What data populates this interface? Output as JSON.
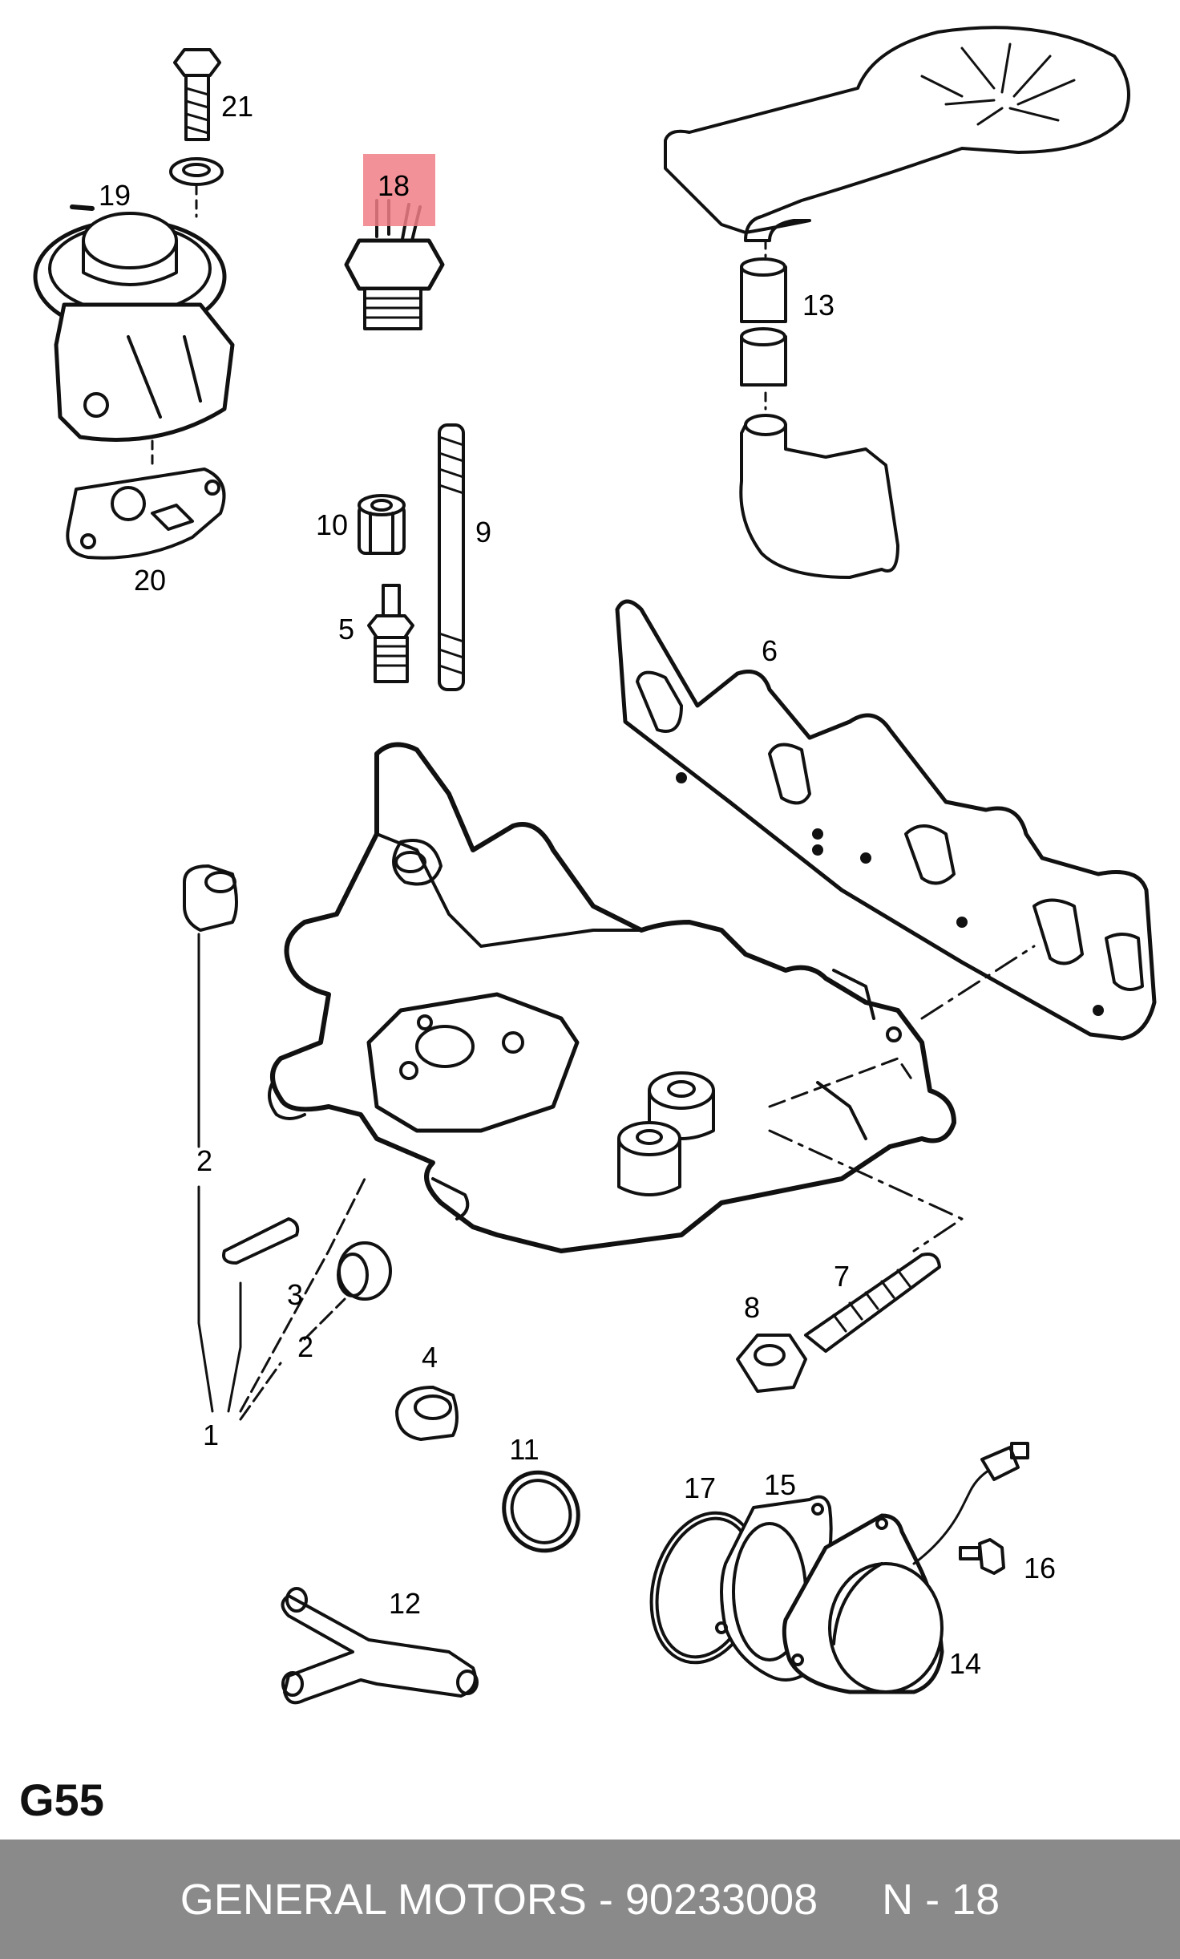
{
  "callouts": {
    "c1": "1",
    "c2a": "2",
    "c2b": "2",
    "c3": "3",
    "c4": "4",
    "c5": "5",
    "c6": "6",
    "c7": "7",
    "c8": "8",
    "c9": "9",
    "c10": "10",
    "c11": "11",
    "c12": "12",
    "c13": "13",
    "c14": "14",
    "c15": "15",
    "c16": "16",
    "c17": "17",
    "c18": "18",
    "c19": "19",
    "c20": "20",
    "c21": "21"
  },
  "highlighted_callout": "18",
  "page_code": "G55",
  "footer": {
    "part_text": "GENERAL MOTORS - 90233008",
    "ref_text": "N - 18"
  },
  "colors": {
    "highlight": "#f07f86",
    "footer_bg": "#8a8a8a",
    "footer_text": "#ffffff"
  }
}
